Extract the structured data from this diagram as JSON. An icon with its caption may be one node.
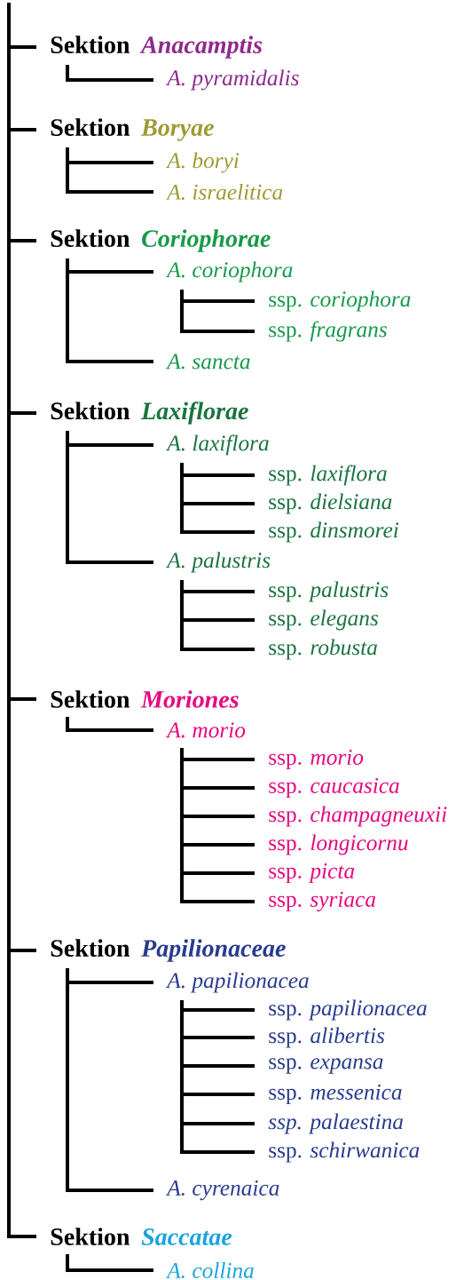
{
  "diagram": {
    "nodes": [
      {
        "text": [
          "Sektion",
          "Anacamptis"
        ]
      },
      {
        "text": [
          "A. pyramidalis"
        ]
      },
      {
        "text": [
          "Sektion",
          "Boryae"
        ]
      },
      {
        "text": [
          "A. boryi"
        ]
      },
      {
        "text": [
          "A. israelitica"
        ]
      },
      {
        "text": [
          "Sektion",
          "Coriophorae"
        ]
      },
      {
        "text": [
          "A. coriophora"
        ]
      },
      {
        "text": [
          "ssp. *coriophora*"
        ]
      },
      {
        "text": [
          "ssp. *fragrans*"
        ]
      },
      {
        "text": [
          "A. sancta"
        ]
      },
      {
        "text": [
          "Sektion",
          "Laxiflorae"
        ]
      },
      {
        "text": [
          "A. laxiflora"
        ]
      },
      {
        "text": [
          "ssp. *laxiflora*"
        ]
      },
      {
        "text": [
          "ssp. *dielsiana*"
        ]
      },
      {
        "text": [
          "ssp. *dinsmorei*"
        ]
      },
      {
        "text": [
          "A. palustris"
        ]
      },
      {
        "text": [
          "ssp. *palustris*"
        ]
      },
      {
        "text": [
          "ssp. *elegans*"
        ]
      },
      {
        "text": [
          "ssp. *robusta*"
        ]
      },
      {
        "text": [
          "Sektion",
          "Moriones"
        ]
      },
      {
        "text": [
          "A. morio"
        ]
      },
      {
        "text": [
          "ssp. *morio*"
        ]
      },
      {
        "text": [
          "ssp. *caucasica*"
        ]
      },
      {
        "text": [
          "ssp. *champagneuxii*"
        ]
      },
      {
        "text": [
          "ssp. *longicornu*"
        ]
      },
      {
        "text": [
          "ssp. *picta*"
        ]
      },
      {
        "text": [
          "ssp. *syriaca*"
        ]
      },
      {
        "text": [
          "Sektion",
          "Papilionaceae"
        ]
      },
      {
        "text": [
          "A. papilionacea"
        ]
      },
      {
        "text": [
          "ssp. *papilionacea*"
        ]
      },
      {
        "text": [
          "ssp. *alibertis*"
        ]
      },
      {
        "text": [
          "ssp. *expansa*"
        ]
      },
      {
        "text": [
          "ssp. *messenica*"
        ]
      },
      {
        "text": [
          "*ssp. palaestina*"
        ]
      },
      {
        "text": [
          "ssp. *schirwanica*"
        ]
      },
      {
        "text": [
          "A. cyrenaica"
        ]
      },
      {
        "text": [
          "Sektion",
          "Saccatae"
        ]
      },
      {
        "text": [
          "A. collina"
        ]
      }
    ],
    "edges": [
      {
        "from": null,
        "to": 0,
        "arrow": "none"
      },
      {
        "from": 0,
        "to": 1,
        "arrow": "none"
      },
      {
        "from": null,
        "to": 2,
        "arrow": "none"
      },
      {
        "from": 2,
        "to": 3,
        "arrow": "none"
      },
      {
        "from": 2,
        "to": 4,
        "arrow": "none"
      },
      {
        "from": null,
        "to": 5,
        "arrow": "none"
      },
      {
        "from": 5,
        "to": 6,
        "arrow": "none"
      },
      {
        "from": 6,
        "to": 7,
        "arrow": "none"
      },
      {
        "from": 6,
        "to": 8,
        "arrow": "none"
      },
      {
        "from": 5,
        "to": 9,
        "arrow": "none"
      },
      {
        "from": null,
        "to": 10,
        "arrow": "none"
      },
      {
        "from": 10,
        "to": 11,
        "arrow": "none"
      },
      {
        "from": 11,
        "to": 12,
        "arrow": "none"
      },
      {
        "from": 11,
        "to": 13,
        "arrow": "none"
      },
      {
        "from": 11,
        "to": 14,
        "arrow": "none"
      },
      {
        "from": 10,
        "to": 15,
        "arrow": "none"
      },
      {
        "from": 15,
        "to": 16,
        "arrow": "none"
      },
      {
        "from": 15,
        "to": 17,
        "arrow": "none"
      },
      {
        "from": 15,
        "to": 18,
        "arrow": "none"
      },
      {
        "from": null,
        "to": 19,
        "arrow": "none"
      },
      {
        "from": 19,
        "to": 20,
        "arrow": "none"
      },
      {
        "from": 20,
        "to": 21,
        "arrow": "none"
      },
      {
        "from": 20,
        "to": 22,
        "arrow": "none"
      },
      {
        "from": 20,
        "to": 23,
        "arrow": "none"
      },
      {
        "from": 20,
        "to": 24,
        "arrow": "none"
      },
      {
        "from": 20,
        "to": 25,
        "arrow": "none"
      },
      {
        "from": 20,
        "to": 26,
        "arrow": "none"
      },
      {
        "from": null,
        "to": 27,
        "arrow": "none"
      },
      {
        "from": 27,
        "to": 28,
        "arrow": "none"
      },
      {
        "from": 28,
        "to": 29,
        "arrow": "none"
      },
      {
        "from": 28,
        "to": 30,
        "arrow": "none"
      },
      {
        "from": 28,
        "to": 31,
        "arrow": "none"
      },
      {
        "from": 28,
        "to": 32,
        "arrow": "none"
      },
      {
        "from": 28,
        "to": 33,
        "arrow": "none"
      },
      {
        "from": 28,
        "to": 34,
        "arrow": "none"
      },
      {
        "from": 27,
        "to": 35,
        "arrow": "none"
      },
      {
        "from": null,
        "to": 36,
        "arrow": "none"
      },
      {
        "from": 36,
        "to": 37,
        "arrow": "none"
      }
    ]
  }
}
